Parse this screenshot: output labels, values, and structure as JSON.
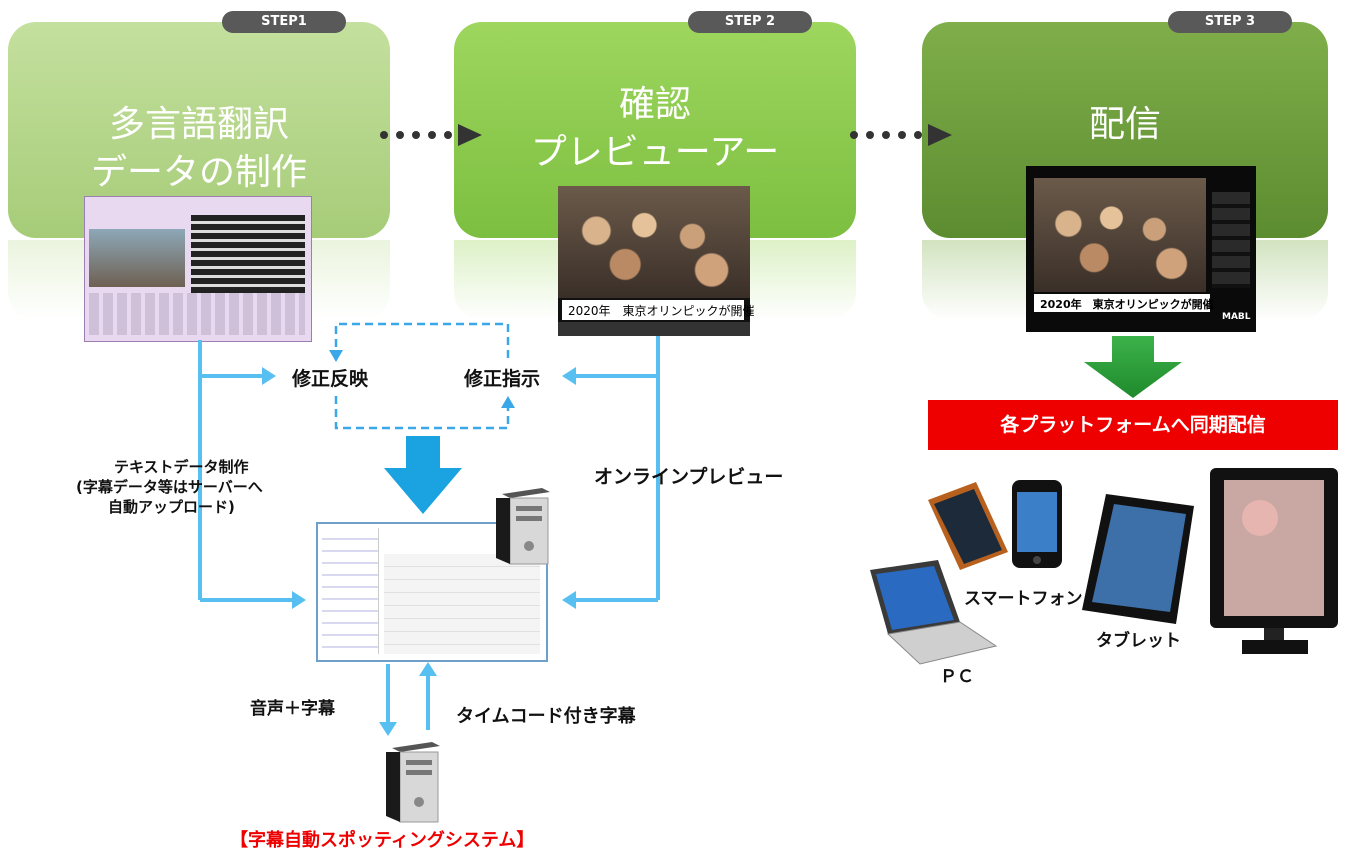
{
  "steps": [
    {
      "badge": "STEP1",
      "title_line1": "多言語翻訳",
      "title_line2": "データの制作",
      "color": "#b5d78a"
    },
    {
      "badge": "STEP 2",
      "title_line1": "確認",
      "title_line2": "プレビューアー",
      "color": "#8ac850"
    },
    {
      "badge": "STEP 3",
      "title_line1": "配信",
      "title_line2": "",
      "color": "#6a9a3a"
    }
  ],
  "preview_caption": "2020年　東京オリンピックが開催",
  "delivery_caption": "2020年　東京オリンピックが開催",
  "delivery_brand": "MABL",
  "labels": {
    "fix_reflect": "修正反映",
    "fix_instruct": "修正指示",
    "text_data_1": "テキストデータ制作",
    "text_data_2": "(字幕データ等はサーバーへ",
    "text_data_3": "自動アップロード)",
    "online_preview": "オンラインプレビュー",
    "audio_subs": "音声＋字幕",
    "timecode_subs": "タイムコード付き字幕",
    "auto_spotting": "【字幕自動スポッティングシステム】",
    "sync_delivery": "各プラットフォームへ同期配信",
    "smartphone": "スマートフォン",
    "tablet": "タブレット",
    "pc": "ＰＣ"
  },
  "colors": {
    "arrow_blue": "#58c0f0",
    "dash_blue": "#3aa8e8",
    "red": "#ee0000",
    "green_arrow": "#2e9e3a"
  }
}
